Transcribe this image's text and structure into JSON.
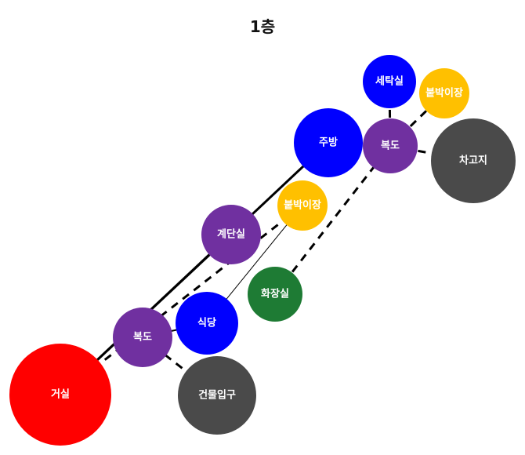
{
  "title": "1층",
  "colors": {
    "living": "#ff0000",
    "blue": "#0000ff",
    "purple": "#7030a0",
    "yellow": "#ffc000",
    "green": "#1e7b34",
    "gray": "#4a4a4a",
    "edge": "#000000"
  },
  "nodes": [
    {
      "id": "geosil",
      "label": "거실",
      "color": "living"
    },
    {
      "id": "bokdo1",
      "label": "복도",
      "color": "purple"
    },
    {
      "id": "sikdang",
      "label": "식당",
      "color": "blue"
    },
    {
      "id": "geonmul",
      "label": "건물입구",
      "color": "gray"
    },
    {
      "id": "gyedan",
      "label": "계단실",
      "color": "purple"
    },
    {
      "id": "bulbak1",
      "label": "붙박이장",
      "color": "yellow"
    },
    {
      "id": "hwajang",
      "label": "화장실",
      "color": "green"
    },
    {
      "id": "jubang",
      "label": "주방",
      "color": "blue"
    },
    {
      "id": "bokdo2",
      "label": "복도",
      "color": "purple"
    },
    {
      "id": "setak",
      "label": "세탁실",
      "color": "blue"
    },
    {
      "id": "bulbak2",
      "label": "붙박이장",
      "color": "yellow"
    },
    {
      "id": "chago",
      "label": "차고지",
      "color": "gray"
    }
  ],
  "edges": [
    {
      "from": "geosil",
      "to": "jubang",
      "style": "solid-thick"
    },
    {
      "from": "geosil",
      "to": "gyedan",
      "style": "solid-thick"
    },
    {
      "from": "geosil",
      "to": "bulbak1",
      "style": "dashed"
    },
    {
      "from": "bokdo1",
      "to": "sikdang",
      "style": "solid"
    },
    {
      "from": "bokdo1",
      "to": "geonmul",
      "style": "dashed"
    },
    {
      "from": "sikdang",
      "to": "bulbak1",
      "style": "solid-thin"
    },
    {
      "from": "hwajang",
      "to": "bokdo2",
      "style": "dashed"
    },
    {
      "from": "bokdo2",
      "to": "setak",
      "style": "dashed"
    },
    {
      "from": "bokdo2",
      "to": "bulbak2",
      "style": "dashed"
    },
    {
      "from": "bokdo2",
      "to": "chago",
      "style": "dashed"
    }
  ]
}
